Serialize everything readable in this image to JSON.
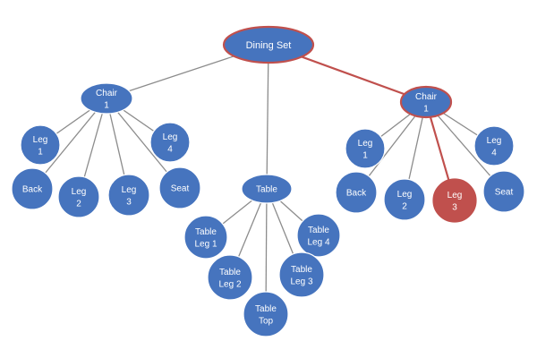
{
  "colors": {
    "node_fill": "#4674be",
    "node_stroke": "#ffffff",
    "highlight_fill": "#c0504d",
    "highlight_stroke": "#c0504d",
    "edge": "#8c8c8c",
    "highlight_edge": "#c0504d"
  },
  "nodes": [
    {
      "id": "dining_set",
      "lines": [
        "Dining Set"
      ],
      "highlight": "outline"
    },
    {
      "id": "chair_l",
      "lines": [
        "Chair",
        "1"
      ]
    },
    {
      "id": "table",
      "lines": [
        "Table"
      ]
    },
    {
      "id": "chair_r",
      "lines": [
        "Chair",
        "1"
      ],
      "highlight": "outline"
    },
    {
      "id": "cl_leg1",
      "lines": [
        "Leg",
        "1"
      ]
    },
    {
      "id": "cl_leg4",
      "lines": [
        "Leg",
        "4"
      ]
    },
    {
      "id": "cl_back",
      "lines": [
        "Back"
      ]
    },
    {
      "id": "cl_leg2",
      "lines": [
        "Leg",
        "2"
      ]
    },
    {
      "id": "cl_leg3",
      "lines": [
        "Leg",
        "3"
      ]
    },
    {
      "id": "cl_seat",
      "lines": [
        "Seat"
      ]
    },
    {
      "id": "cr_leg1",
      "lines": [
        "Leg",
        "1"
      ]
    },
    {
      "id": "cr_leg4",
      "lines": [
        "Leg",
        "4"
      ]
    },
    {
      "id": "cr_back",
      "lines": [
        "Back"
      ]
    },
    {
      "id": "cr_leg2",
      "lines": [
        "Leg",
        "2"
      ]
    },
    {
      "id": "cr_leg3",
      "lines": [
        "Leg",
        "3"
      ],
      "highlight": "fill"
    },
    {
      "id": "cr_seat",
      "lines": [
        "Seat"
      ]
    },
    {
      "id": "t_leg1",
      "lines": [
        "Table",
        "Leg 1"
      ]
    },
    {
      "id": "t_leg4",
      "lines": [
        "Table",
        "Leg 4"
      ]
    },
    {
      "id": "t_leg2",
      "lines": [
        "Table",
        "Leg 2"
      ]
    },
    {
      "id": "t_leg3",
      "lines": [
        "Table",
        "Leg 3"
      ]
    },
    {
      "id": "t_top",
      "lines": [
        "Table",
        "Top"
      ]
    }
  ],
  "edges": [
    {
      "from": "dining_set",
      "to": "chair_l"
    },
    {
      "from": "dining_set",
      "to": "table"
    },
    {
      "from": "dining_set",
      "to": "chair_r",
      "highlight": true
    },
    {
      "from": "chair_l",
      "to": "cl_leg1"
    },
    {
      "from": "chair_l",
      "to": "cl_back"
    },
    {
      "from": "chair_l",
      "to": "cl_leg2"
    },
    {
      "from": "chair_l",
      "to": "cl_leg3"
    },
    {
      "from": "chair_l",
      "to": "cl_seat"
    },
    {
      "from": "chair_l",
      "to": "cl_leg4"
    },
    {
      "from": "chair_r",
      "to": "cr_leg1"
    },
    {
      "from": "chair_r",
      "to": "cr_back"
    },
    {
      "from": "chair_r",
      "to": "cr_leg2"
    },
    {
      "from": "chair_r",
      "to": "cr_leg3",
      "highlight": true
    },
    {
      "from": "chair_r",
      "to": "cr_seat"
    },
    {
      "from": "chair_r",
      "to": "cr_leg4"
    },
    {
      "from": "table",
      "to": "t_leg1"
    },
    {
      "from": "table",
      "to": "t_leg2"
    },
    {
      "from": "table",
      "to": "t_top"
    },
    {
      "from": "table",
      "to": "t_leg3"
    },
    {
      "from": "table",
      "to": "t_leg4"
    }
  ]
}
